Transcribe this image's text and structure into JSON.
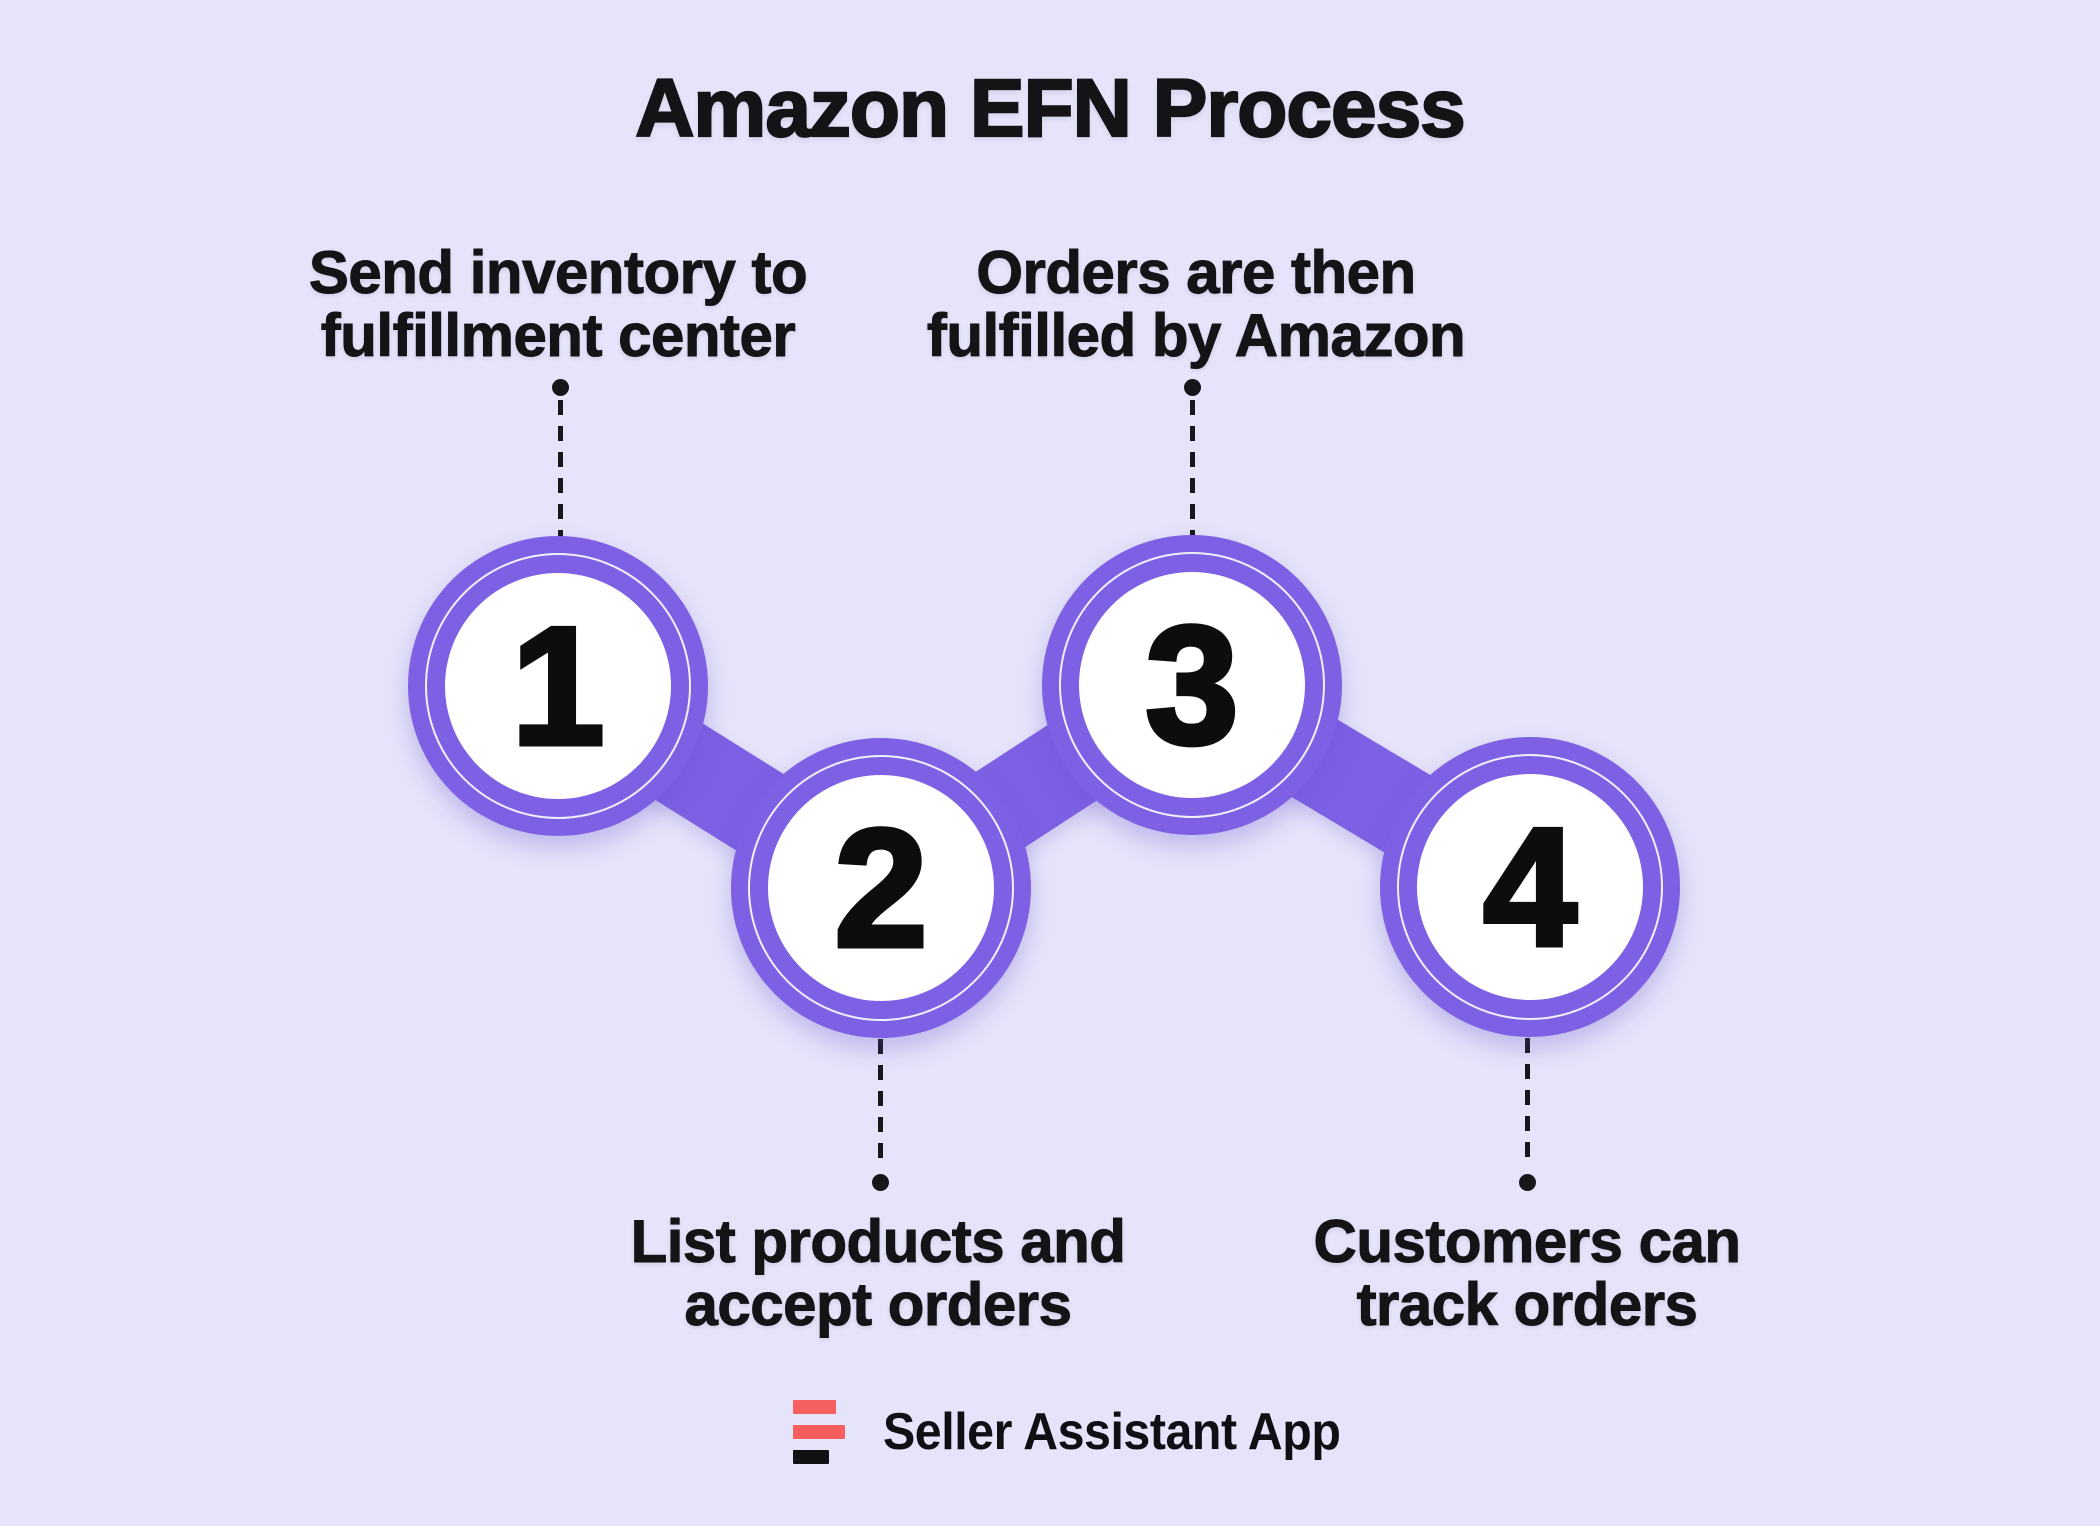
{
  "title": "Amazon EFN Process",
  "steps": [
    {
      "number": "1",
      "label": "Send inventory to\nfulfillment center"
    },
    {
      "number": "2",
      "label": "List products and\naccept orders"
    },
    {
      "number": "3",
      "label": "Orders are then\nfulfilled by Amazon"
    },
    {
      "number": "4",
      "label": "Customers can\ntrack orders"
    }
  ],
  "footer": {
    "brand_name": "Seller Assistant App"
  },
  "colors": {
    "background": "#E5E4FA",
    "purple": "#7E60E4",
    "text": "#141416",
    "logo_red": "#F55F5E",
    "logo_dark": "#111114"
  }
}
